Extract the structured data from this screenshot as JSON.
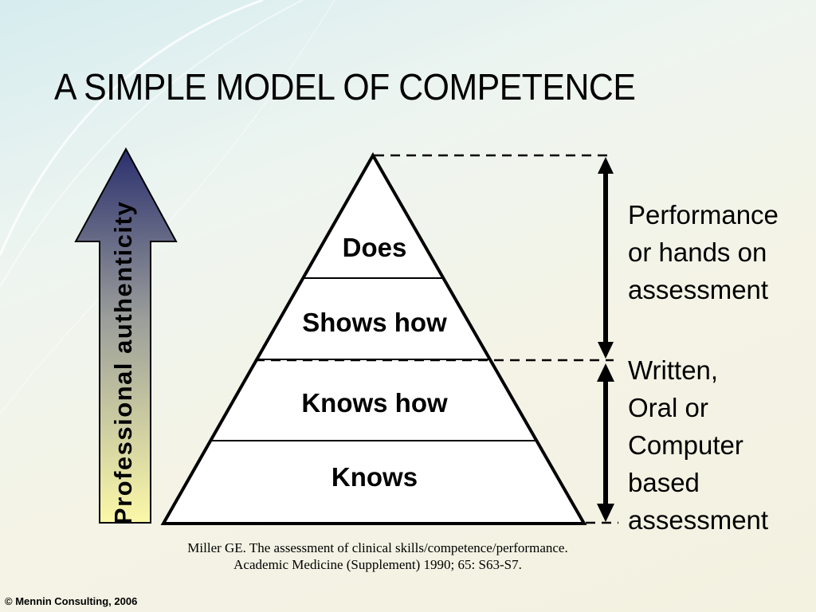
{
  "slide": {
    "title": "A SIMPLE MODEL OF COMPETENCE",
    "axis_label": "Professional authenticity",
    "pyramid_levels": [
      {
        "label": "Does"
      },
      {
        "label": "Shows how"
      },
      {
        "label": "Knows how"
      },
      {
        "label": "Knows"
      }
    ],
    "assessment_groups": [
      {
        "lines": [
          "Performance",
          "or hands on",
          "assessment"
        ]
      },
      {
        "lines": [
          "Written,",
          "Oral or",
          "Computer",
          "based",
          "assessment"
        ]
      }
    ],
    "citation": [
      "Miller GE. The assessment of clinical skills/competence/performance.",
      "Academic Medicine (Supplement) 1990; 65: S63-S7."
    ],
    "copyright": "© Mennin Consulting, 2006"
  },
  "colors": {
    "arrow_top": "#2a2f6e",
    "arrow_bottom": "#fbf8a8",
    "outline": "#000000"
  }
}
